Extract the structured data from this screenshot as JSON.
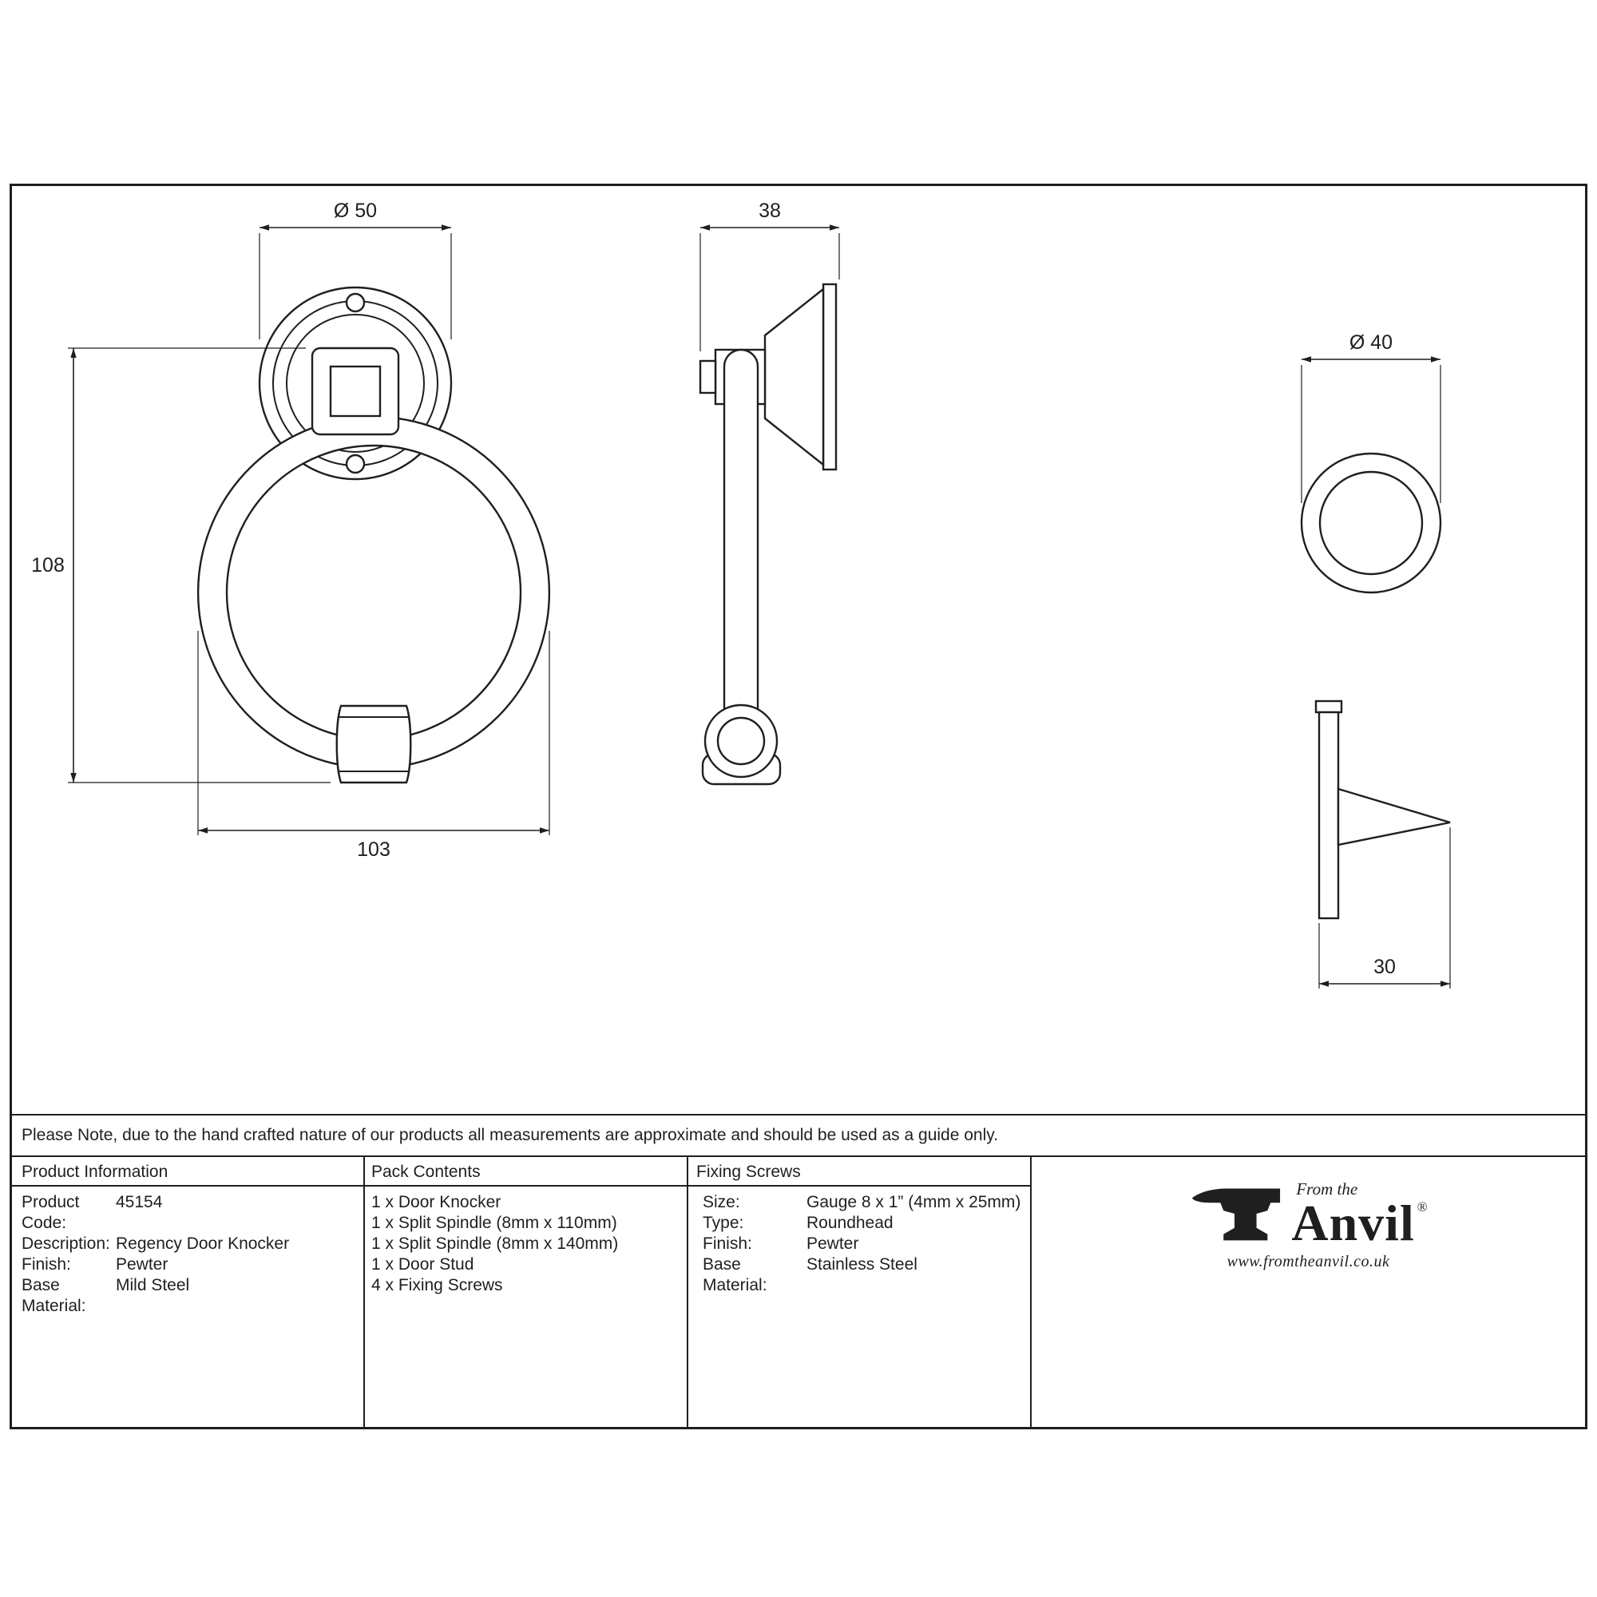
{
  "colors": {
    "ink": "#1f1f1f",
    "paper": "#ffffff"
  },
  "note": "Please Note, due to the hand crafted nature of our products all measurements are approximate and should be used as a guide only.",
  "drawings": {
    "front_view": {
      "rose_diameter": "Ø 50",
      "overall_height": "108",
      "ring_width": "103"
    },
    "side_view": {
      "projection": "38"
    },
    "stud_front_view": {
      "diameter": "Ø 40"
    },
    "stud_side_view": {
      "projection": "30"
    }
  },
  "table": {
    "product_information": {
      "header": "Product Information",
      "rows": [
        {
          "label": "Product Code:",
          "value": "45154"
        },
        {
          "label": "Description:",
          "value": "Regency Door Knocker"
        },
        {
          "label": "Finish:",
          "value": "Pewter"
        },
        {
          "label": "Base Material:",
          "value": "Mild Steel"
        }
      ]
    },
    "pack_contents": {
      "header": "Pack Contents",
      "items": [
        "1 x Door Knocker",
        "1 x Split Spindle (8mm x 110mm)",
        "1 x Split Spindle (8mm x 140mm)",
        "1 x Door Stud",
        "4 x Fixing Screws"
      ]
    },
    "fixing_screws": {
      "header": "Fixing Screws",
      "rows": [
        {
          "label": "Size:",
          "value": "Gauge 8 x 1” (4mm x 25mm)"
        },
        {
          "label": "Type:",
          "value": "Roundhead"
        },
        {
          "label": "Finish:",
          "value": "Pewter"
        },
        {
          "label": "Base Material:",
          "value": "Stainless Steel"
        }
      ]
    }
  },
  "logo": {
    "tagline": "From the",
    "brand": "Anvil",
    "registered": "®",
    "website": "www.fromtheanvil.co.uk"
  }
}
